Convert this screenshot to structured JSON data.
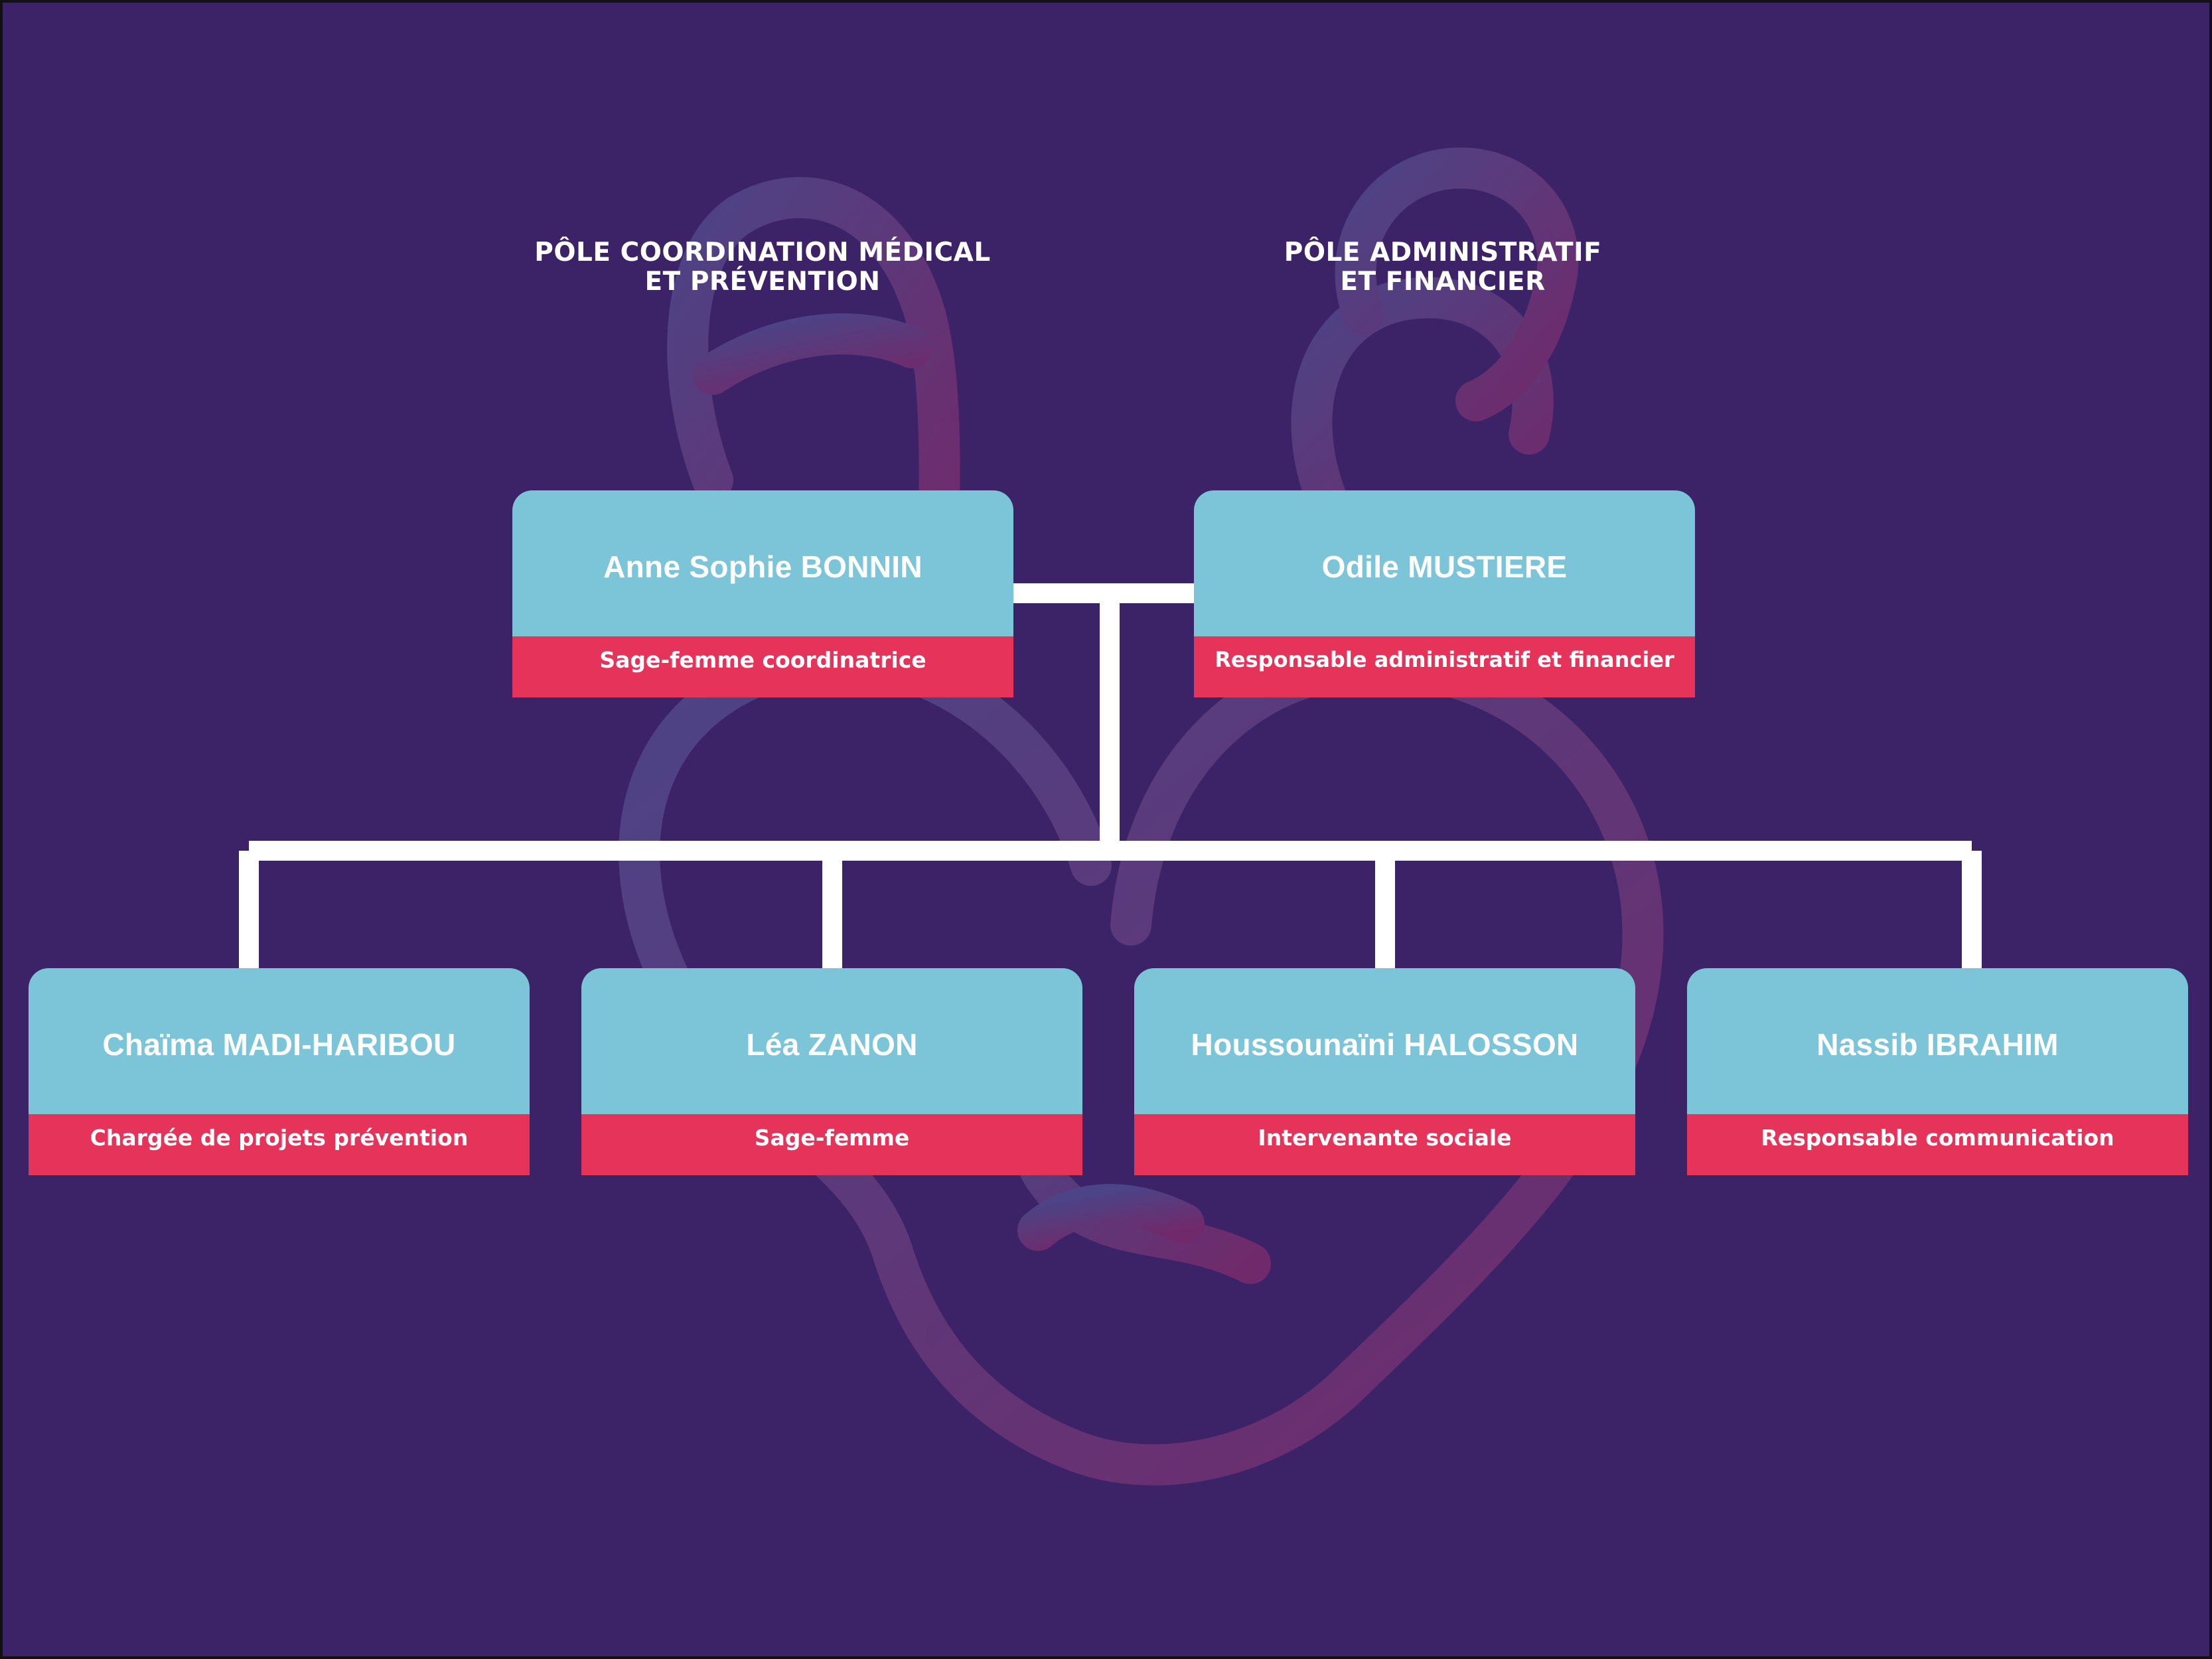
{
  "poles": [
    {
      "line1": "PÔLE COORDINATION MÉDICAL",
      "line2": "ET PRÉVENTION"
    },
    {
      "line1": "PÔLE ADMINISTRATIF",
      "line2": "ET FINANCIER"
    }
  ],
  "leaders": [
    {
      "name": "Anne Sophie BONNIN",
      "role": "Sage-femme coordinatrice"
    },
    {
      "name": "Odile MUSTIERE",
      "role": "Responsable administratif et financier"
    }
  ],
  "staff": [
    {
      "name": "Chaïma MADI-HARIBOU",
      "role": "Chargée de projets prévention"
    },
    {
      "name": "Léa ZANON",
      "role": "Sage-femme"
    },
    {
      "name": "Houssounaïni HALOSSON",
      "role": "Intervenante sociale"
    },
    {
      "name": "Nassib IBRAHIM",
      "role": "Responsable communication"
    }
  ],
  "colors": {
    "background": "#3c2266",
    "card_name_bg": "#7cc5d8",
    "card_role_bg": "#e6335a",
    "connector": "#ffffff",
    "heart_blue": "#4f4a8c",
    "heart_pink": "#7a2c6c"
  },
  "icons": {
    "background": "anatomical-heart-icon"
  }
}
